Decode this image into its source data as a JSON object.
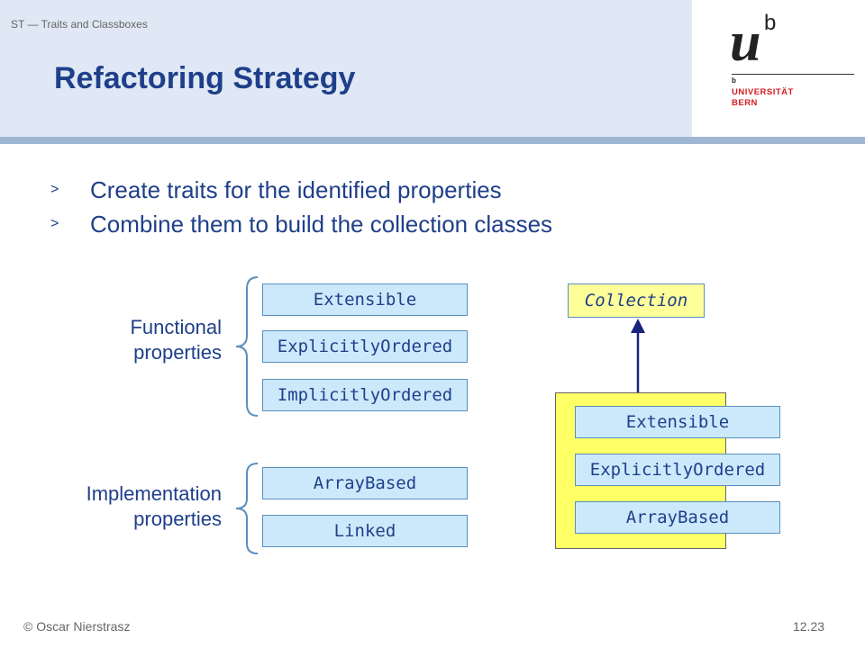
{
  "header": {
    "course_label": "ST — Traits and Classboxes",
    "title": "Refactoring Strategy"
  },
  "logo": {
    "mark": "u",
    "superscript": "b",
    "small_letter": "b",
    "university": "UNIVERSITÄT",
    "city": "BERN"
  },
  "bullets": [
    {
      "marker": ">",
      "text": "Create traits for the identified properties"
    },
    {
      "marker": ">",
      "text": "Combine them to build the collection classes"
    }
  ],
  "diagram": {
    "functional_label": [
      "Functional",
      "properties"
    ],
    "implementation_label": [
      "Implementation",
      "properties"
    ],
    "functional_traits": [
      "Extensible",
      "ExplicitlyOrdered",
      "ImplicitlyOrdered"
    ],
    "implementation_traits": [
      "ArrayBased",
      "Linked"
    ],
    "superclass": "Collection",
    "composed_traits": [
      "Extensible",
      "ExplicitlyOrdered",
      "ArrayBased"
    ]
  },
  "footer": {
    "copyright": "© Oscar Nierstrasz",
    "page": "12.23"
  },
  "colors": {
    "title_blue": "#1f3f8a",
    "trait_fill": "#cce9fb",
    "class_fill": "#ffff66",
    "collection_fill": "#ffff99",
    "logo_red": "#d71920"
  }
}
